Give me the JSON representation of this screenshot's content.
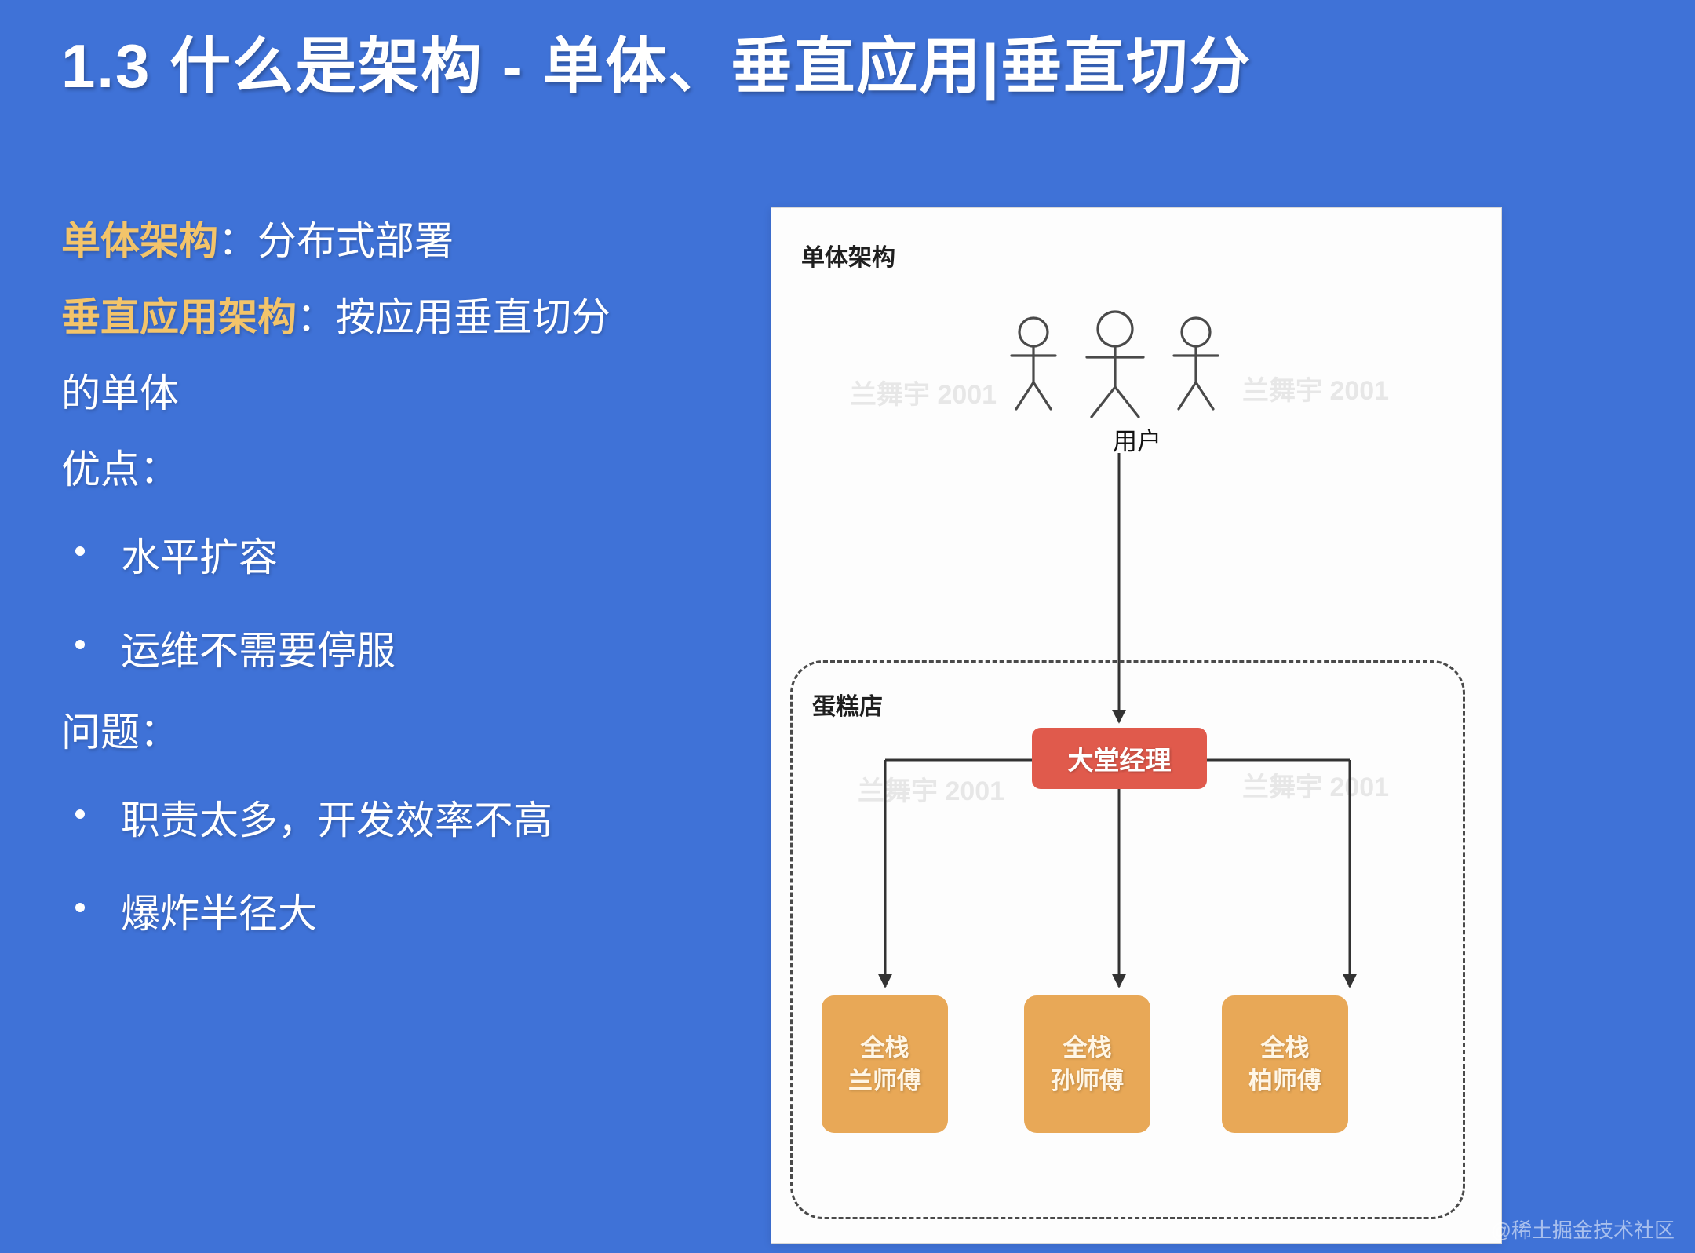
{
  "slide": {
    "title": "1.3  什么是架构 - 单体、垂直应用|垂直切分",
    "background_color": "#3f72d7",
    "accent_color": "#f3c46a",
    "watermark": "@稀土掘金技术社区"
  },
  "left": {
    "def1_term": "单体架构",
    "def1_rest": "：分布式部署",
    "def2_term": "垂直应用架构",
    "def2_rest": "：按应用垂直切分",
    "def2_cont": "的单体",
    "pros_heading": "优点：",
    "pros": [
      "水平扩容",
      "运维不需要停服"
    ],
    "cons_heading": "问题：",
    "cons": [
      "职责太多，开发效率不高",
      "爆炸半径大"
    ]
  },
  "diagram": {
    "panel_title": "单体架构",
    "user_label": "用户",
    "shop_label": "蛋糕店",
    "manager": {
      "label": "大堂经理",
      "color": "#e05a4c"
    },
    "staff_color": "#e8a857",
    "staff": [
      {
        "role": "全栈",
        "name": "兰师傅"
      },
      {
        "role": "全栈",
        "name": "孙师傅"
      },
      {
        "role": "全栈",
        "name": "柏师傅"
      }
    ],
    "inner_watermarks": [
      "兰舞宇 2001",
      "兰舞宇 2001",
      "兰舞宇 2001",
      "兰舞宇 2001"
    ]
  }
}
